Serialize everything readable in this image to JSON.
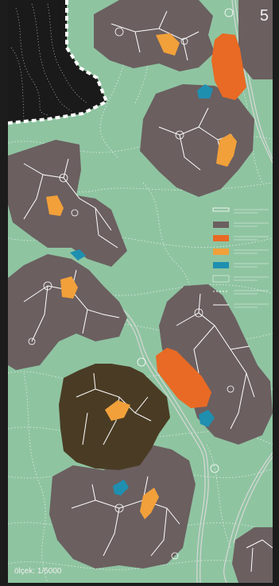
{
  "page_number": "5",
  "scale_text": "ölçek: 1/5000",
  "colors": {
    "ground": "#8fc4a1",
    "contour": "#ffffff",
    "cluster": "#6b5f60",
    "cluster_dark": "#4a3c24",
    "building_orange": "#e86a24",
    "building_amber": "#f1a03a",
    "pond": "#1f8fb0",
    "frame": "#1c1c1c",
    "offsite": "#1a1a1a",
    "boundary": "#ffffff",
    "road": "#d8d8d8"
  },
  "legend": {
    "items": [
      {
        "swatch": "road",
        "label": ""
      },
      {
        "swatch": "cluster",
        "label": ""
      },
      {
        "swatch": "building_orange",
        "label": ""
      },
      {
        "swatch": "building_amber",
        "label": ""
      },
      {
        "swatch": "pond",
        "label": ""
      },
      {
        "swatch": "ground",
        "label": ""
      },
      {
        "swatch": "path",
        "label": ""
      },
      {
        "swatch": "line",
        "label": ""
      }
    ]
  }
}
